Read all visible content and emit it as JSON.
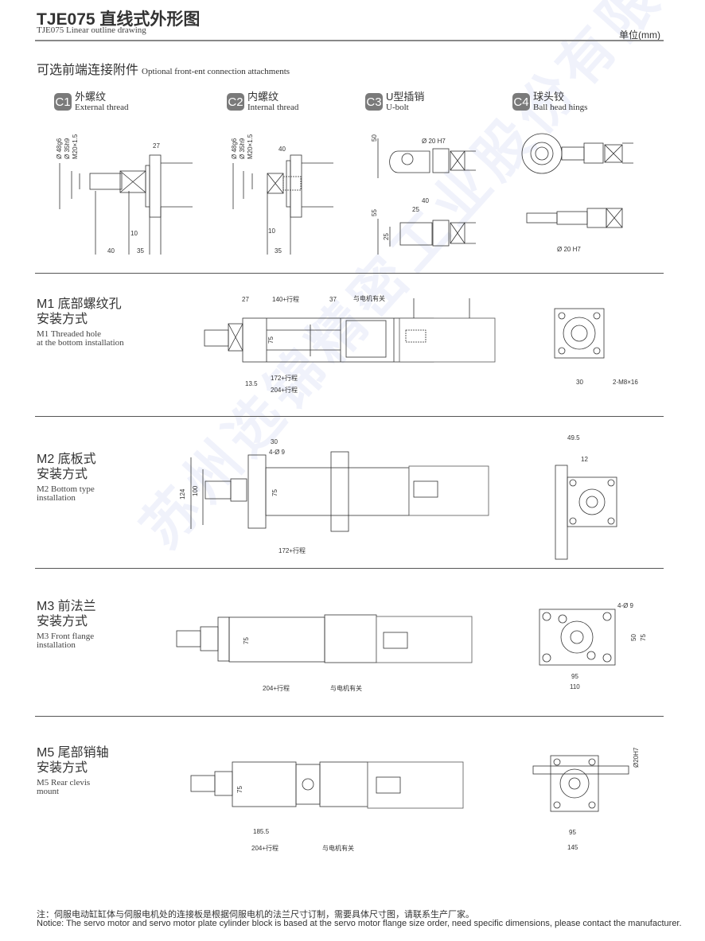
{
  "header": {
    "title": "TJE075 直线式外形图",
    "subtitle": "TJE075 Linear outline drawing",
    "unit": "单位(mm)"
  },
  "watermark": "苏州选锦精密工业股份有限公司",
  "attachments": {
    "title_cn": "可选前端连接附件",
    "title_en": "Optional front-ent connection attachments",
    "items": [
      {
        "badge": "C1",
        "cn": "外螺纹",
        "en": "External thread"
      },
      {
        "badge": "C2",
        "cn": "内螺纹",
        "en": "Internal thread"
      },
      {
        "badge": "C3",
        "cn": "U型插销",
        "en": "U-bolt"
      },
      {
        "badge": "C4",
        "cn": "球头铰",
        "en": "Ball head hings"
      }
    ]
  },
  "c1_dims": {
    "d1": "Ø 48g6",
    "d2": "Ø 35h9",
    "d3": "M20×1.5",
    "a": "27",
    "b": "10",
    "c": "40",
    "d": "35"
  },
  "c2_dims": {
    "d1": "Ø 48g6",
    "d2": "Ø 35h9",
    "d3": "M20×1.5",
    "a": "40",
    "b": "10",
    "c": "35"
  },
  "c3_dims": {
    "h": "50",
    "pin": "Ø 20 H7",
    "a": "40",
    "b": "25",
    "h2": "55",
    "h3": "25"
  },
  "c4_dims": {
    "pin": "Ø 20 H7"
  },
  "mounts": [
    {
      "id": "M1",
      "cn1": "M1 底部螺纹孔",
      "cn2": "安装方式",
      "en1": "M1 Threaded hole",
      "en2": "at the bottom installation",
      "dims": {
        "a": "27",
        "b": "140+行程",
        "c": "37",
        "d": "与电机有关",
        "h": "75",
        "e": "172+行程",
        "f": "13.5",
        "g": "204+行程",
        "s1": "30",
        "s2": "2-M8×16"
      }
    },
    {
      "id": "M2",
      "cn1": "M2 底板式",
      "cn2": "安装方式",
      "en1": "M2 Bottom type",
      "en2": "installation",
      "dims": {
        "a": "30",
        "b": "4-Ø 9",
        "h1": "124",
        "h2": "100",
        "h": "75",
        "e": "172+行程",
        "s1": "49.5",
        "s2": "12"
      }
    },
    {
      "id": "M3",
      "cn1": "M3 前法兰",
      "cn2": "安装方式",
      "en1": "M3 Front flange",
      "en2": "installation",
      "dims": {
        "h": "75",
        "g": "204+行程",
        "d": "与电机有关",
        "s1": "4-Ø 9",
        "s2": "50",
        "s3": "75",
        "s4": "95",
        "s5": "110"
      }
    },
    {
      "id": "M5",
      "cn1": "M5 尾部销轴",
      "cn2": "安装方式",
      "en1": "M5 Rear clevis",
      "en2": "mount",
      "dims": {
        "h": "75",
        "a": "185.5",
        "g": "204+行程",
        "d": "与电机有关",
        "s1": "Ø20H7",
        "s2": "95",
        "s3": "145"
      }
    }
  ],
  "notes": {
    "cn": "注：伺服电动缸缸体与伺服电机处的连接板是根据伺服电机的法兰尺寸订制，需要具体尺寸图，请联系生产厂家。",
    "en": "Notice: The servo motor and servo motor plate cylinder block is based at the servo motor flange size order, need specific dimensions,  please contact the manufacturer."
  }
}
